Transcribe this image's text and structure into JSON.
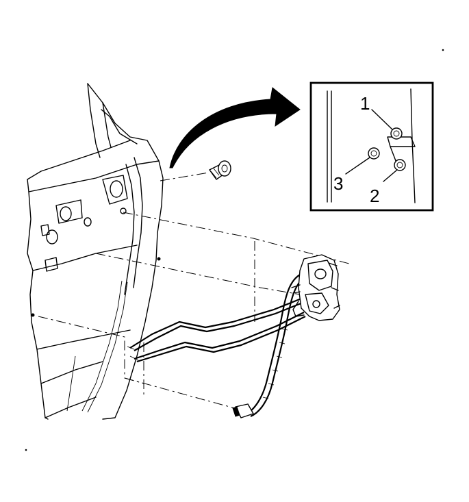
{
  "detail_view": {
    "callouts": [
      {
        "label": "1"
      },
      {
        "label": "2"
      },
      {
        "label": "3"
      }
    ]
  }
}
